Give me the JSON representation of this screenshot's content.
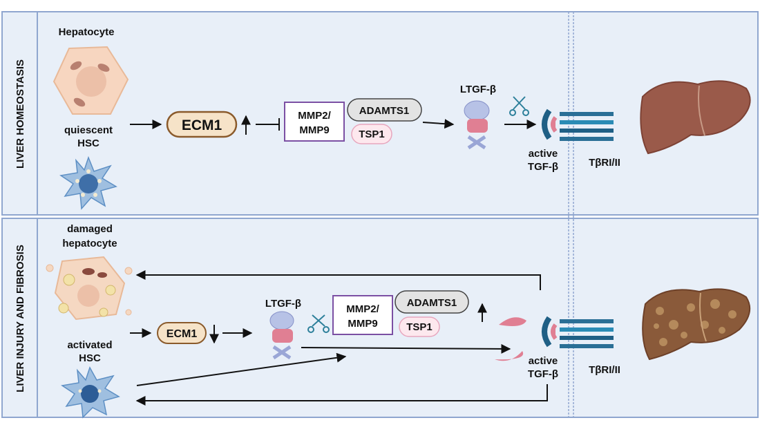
{
  "panels": [
    {
      "label": "LIVER HOMEOSTASIS",
      "cells": {
        "hepatocyte": "Hepatocyte",
        "hsc_line1": "quiescent",
        "hsc_line2": "HSC"
      },
      "ecm1": "ECM1",
      "mmp": [
        "MMP2/",
        "MMP9"
      ],
      "adamts1": "ADAMTS1",
      "tsp1": "TSP1",
      "ltgf": "LTGF-β",
      "active": [
        "active",
        "TGF-β"
      ],
      "receptor": "TβRI/II"
    },
    {
      "label": "LIVER INJURY AND FIBROSIS",
      "cells": {
        "hepatocyte_line1": "damaged",
        "hepatocyte_line2": "hepatocyte",
        "hsc_line1": "activated",
        "hsc_line2": "HSC"
      },
      "ecm1": "ECM1",
      "mmp": [
        "MMP2/",
        "MMP9"
      ],
      "adamts1": "ADAMTS1",
      "tsp1": "TSP1",
      "ltgf": "LTGF-β",
      "active": [
        "active",
        "TGF-β"
      ],
      "receptor": "TβRI/II"
    }
  ],
  "colors": {
    "panel_bg": "#e8eff8",
    "border": "#8fa6cf",
    "ecm1_fill": "#f6e3c8",
    "ecm1_stroke": "#8a5a2b",
    "mmp_stroke": "#7b4fa3",
    "adamts_fill": "#e3e3e3",
    "tsp_fill": "#fde8ee",
    "tsp_stroke": "#e7a6bd",
    "liver": "#9a5a4a"
  }
}
